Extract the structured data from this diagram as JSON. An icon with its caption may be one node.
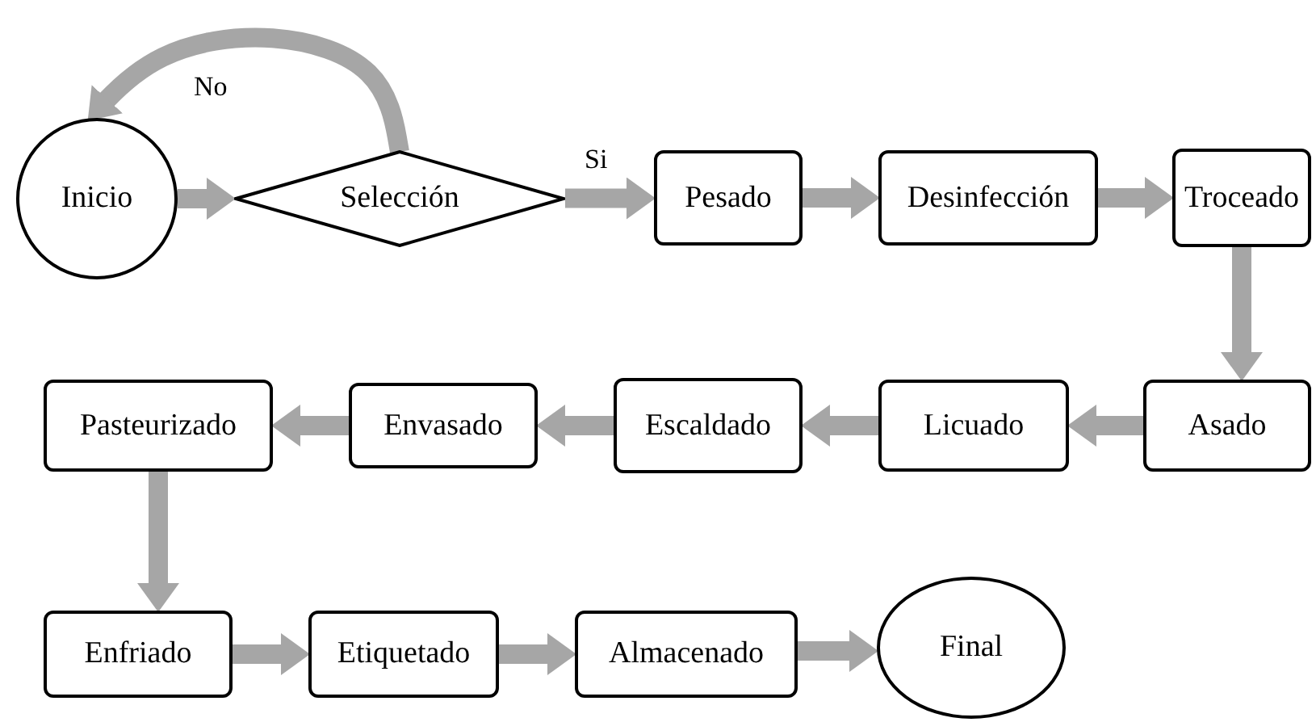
{
  "diagram": {
    "nodes": [
      {
        "text": [
          "Inicio"
        ]
      },
      {
        "text": [
          "Selección"
        ]
      },
      {
        "text": [
          "Pesado"
        ]
      },
      {
        "text": [
          "Desinfección"
        ]
      },
      {
        "text": [
          "Troceado"
        ]
      },
      {
        "text": [
          "Pasteurizado"
        ]
      },
      {
        "text": [
          "Envasado"
        ]
      },
      {
        "text": [
          "Escaldado"
        ]
      },
      {
        "text": [
          "Licuado"
        ]
      },
      {
        "text": [
          "Asado"
        ]
      },
      {
        "text": [
          "Enfriado"
        ]
      },
      {
        "text": [
          "Etiquetado"
        ]
      },
      {
        "text": [
          "Almacenado"
        ]
      },
      {
        "text": [
          "Final"
        ]
      }
    ],
    "edges": [
      {
        "from": 0,
        "to": 1,
        "arrow": "to"
      },
      {
        "from": 1,
        "to": 0,
        "arrow": "to",
        "label": "No"
      },
      {
        "from": 1,
        "to": 2,
        "arrow": "to",
        "label": "Si"
      },
      {
        "from": 2,
        "to": 3,
        "arrow": "to"
      },
      {
        "from": 3,
        "to": 4,
        "arrow": "to"
      },
      {
        "from": 4,
        "to": 9,
        "arrow": "to"
      },
      {
        "from": 9,
        "to": 8,
        "arrow": "to"
      },
      {
        "from": 8,
        "to": 7,
        "arrow": "to"
      },
      {
        "from": 7,
        "to": 6,
        "arrow": "to"
      },
      {
        "from": 6,
        "to": 5,
        "arrow": "to"
      },
      {
        "from": 5,
        "to": 10,
        "arrow": "to"
      },
      {
        "from": 10,
        "to": 11,
        "arrow": "to"
      },
      {
        "from": 11,
        "to": 12,
        "arrow": "to"
      },
      {
        "from": 12,
        "to": 13,
        "arrow": "to"
      }
    ]
  }
}
